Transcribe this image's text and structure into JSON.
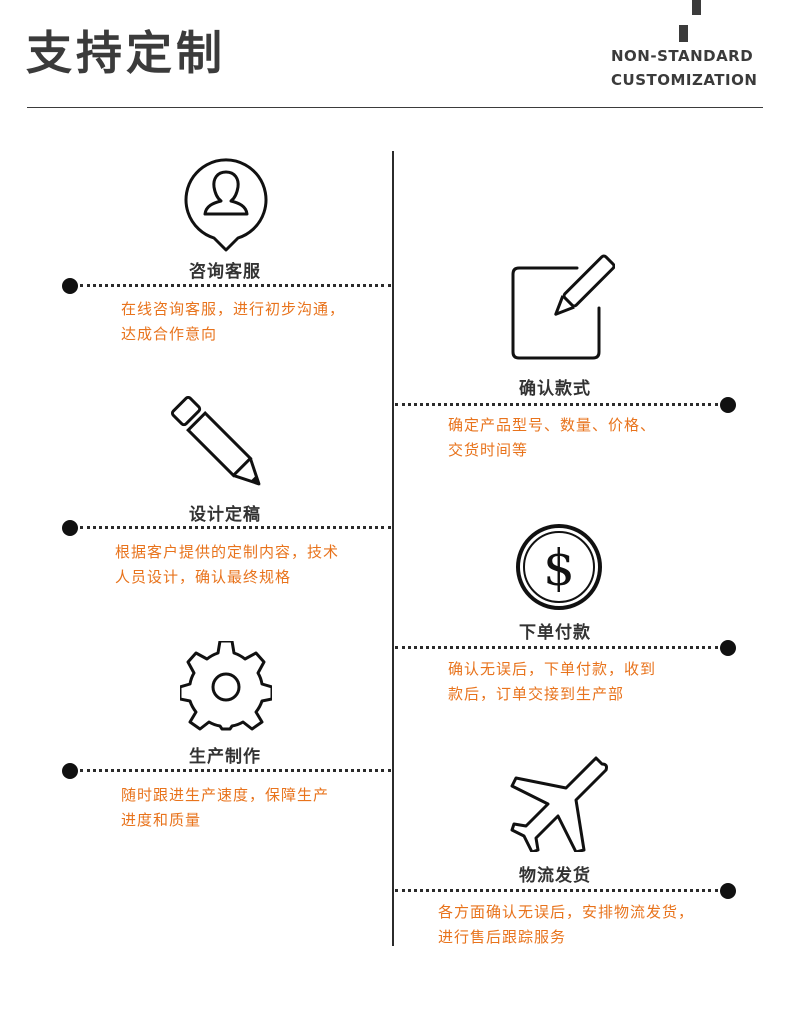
{
  "header": {
    "title": "支持定制",
    "subtitle_line1": "NON-STANDARD",
    "subtitle_line2": "CUSTOMIZATION"
  },
  "steps": [
    {
      "title": "咨询客服",
      "desc_line1": "在线咨询客服，进行初步沟通，",
      "desc_line2": "达成合作意向",
      "icon": "customer-service-icon"
    },
    {
      "title": "确认款式",
      "desc_line1": "确定产品型号、数量、价格、",
      "desc_line2": "交货时间等",
      "icon": "edit-icon"
    },
    {
      "title": "设计定稿",
      "desc_line1": "根据客户提供的定制内容，技术",
      "desc_line2": "人员设计，确认最终规格",
      "icon": "pencil-icon"
    },
    {
      "title": "下单付款",
      "desc_line1": "确认无误后，下单付款，收到",
      "desc_line2": "款后，订单交接到生产部",
      "icon": "dollar-icon"
    },
    {
      "title": "生产制作",
      "desc_line1": "随时跟进生产速度，保障生产",
      "desc_line2": "进度和质量",
      "icon": "gear-icon"
    },
    {
      "title": "物流发货",
      "desc_line1": "各方面确认无误后，安排物流发货，",
      "desc_line2": "进行售后跟踪服务",
      "icon": "airplane-icon"
    }
  ],
  "colors": {
    "accent": "#e8731c",
    "text": "#3b3b3b",
    "line": "#2b2b2b"
  }
}
